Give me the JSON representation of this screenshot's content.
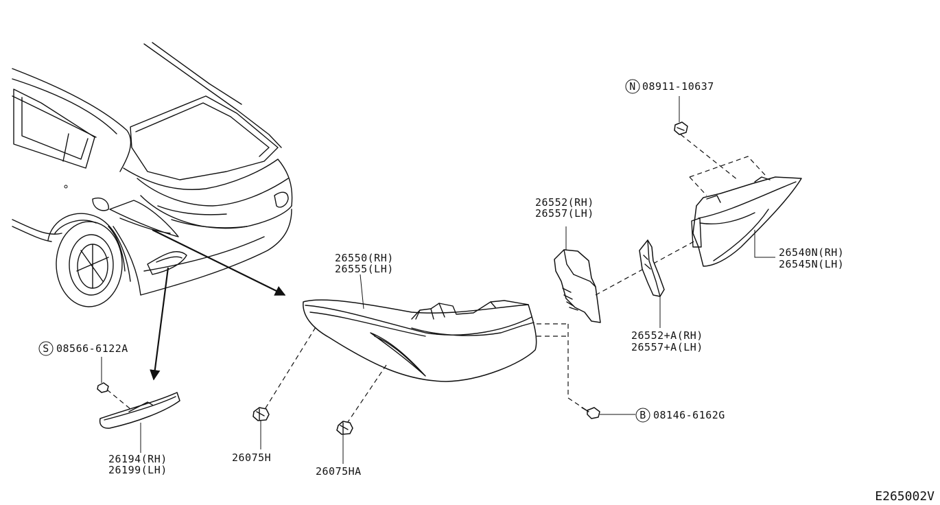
{
  "diagram_code": "E265002V",
  "callouts": [
    {
      "id": "nut",
      "prefix": "N",
      "number": "08911-10637"
    },
    {
      "id": "screw",
      "prefix": "S",
      "number": "08566-6122A"
    },
    {
      "id": "bolt",
      "prefix": "B",
      "number": "08146-6162G"
    }
  ],
  "parts": {
    "rear_combination_lamp": {
      "rh": "26550(RH)",
      "lh": "26555(LH)"
    },
    "bracket": {
      "rh": "26552(RH)",
      "lh": "26557(LH)"
    },
    "bracket_a": {
      "rh": "26552+A(RH)",
      "lh": "26557+A(LH)"
    },
    "inner_lamp": {
      "rh": "26540N(RH)",
      "lh": "26545N(LH)"
    },
    "reflex_reflector": {
      "rh": "26194(RH)",
      "lh": "26199(LH)"
    },
    "clip_h": "26075H",
    "clip_ha": "26075HA"
  }
}
